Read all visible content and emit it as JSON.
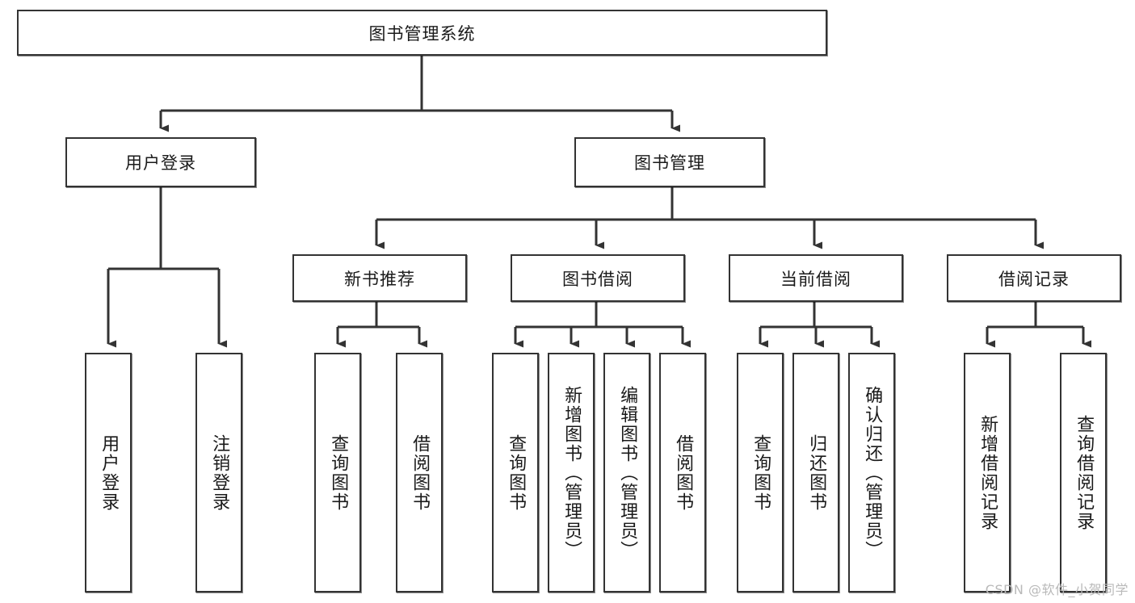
{
  "diagram": {
    "title": "图书管理系统",
    "type": "hierarchy-tree",
    "colors": {
      "box_border": "#333333",
      "box_fill": "#ffffff",
      "connector": "#333333",
      "text": "#1a1a1a",
      "watermark": "#b9b9b9"
    },
    "nodes": {
      "root": {
        "label": "图书管理系统",
        "level": 1
      },
      "user_login": {
        "label": "用户登录",
        "level": 2
      },
      "book_manage": {
        "label": "图书管理",
        "level": 2
      },
      "new_book_rec": {
        "label": "新书推荐",
        "level": 3
      },
      "book_borrow": {
        "label": "图书借阅",
        "level": 3
      },
      "current_borrow": {
        "label": "当前借阅",
        "level": 3
      },
      "borrow_record": {
        "label": "借阅记录",
        "level": 3
      },
      "leaf_user_login": {
        "label": "用户登录",
        "level": 4
      },
      "leaf_logout": {
        "label": "注销登录",
        "level": 4
      },
      "leaf_query_book_1": {
        "label": "查询图书",
        "level": 4
      },
      "leaf_borrow_book_1": {
        "label": "借阅图书",
        "level": 4
      },
      "leaf_query_book_2": {
        "label": "查询图书",
        "level": 4
      },
      "leaf_add_book": {
        "label": "新增图书（管理员）",
        "level": 4
      },
      "leaf_edit_book": {
        "label": "编辑图书（管理员）",
        "level": 4
      },
      "leaf_borrow_book_2": {
        "label": "借阅图书",
        "level": 4
      },
      "leaf_query_book_3": {
        "label": "查询图书",
        "level": 4
      },
      "leaf_return_book": {
        "label": "归还图书",
        "level": 4
      },
      "leaf_confirm_return": {
        "label": "确认归还（管理员）",
        "level": 4
      },
      "leaf_add_record": {
        "label": "新增借阅记录",
        "level": 4
      },
      "leaf_query_record": {
        "label": "查询借阅记录",
        "level": 4
      }
    },
    "edges": [
      {
        "from": "root",
        "to": "user_login"
      },
      {
        "from": "root",
        "to": "book_manage"
      },
      {
        "from": "user_login",
        "to": "leaf_user_login"
      },
      {
        "from": "user_login",
        "to": "leaf_logout"
      },
      {
        "from": "book_manage",
        "to": "new_book_rec"
      },
      {
        "from": "book_manage",
        "to": "book_borrow"
      },
      {
        "from": "book_manage",
        "to": "current_borrow"
      },
      {
        "from": "book_manage",
        "to": "borrow_record"
      },
      {
        "from": "new_book_rec",
        "to": "leaf_query_book_1"
      },
      {
        "from": "new_book_rec",
        "to": "leaf_borrow_book_1"
      },
      {
        "from": "book_borrow",
        "to": "leaf_query_book_2"
      },
      {
        "from": "book_borrow",
        "to": "leaf_add_book"
      },
      {
        "from": "book_borrow",
        "to": "leaf_edit_book"
      },
      {
        "from": "book_borrow",
        "to": "leaf_borrow_book_2"
      },
      {
        "from": "current_borrow",
        "to": "leaf_query_book_3"
      },
      {
        "from": "current_borrow",
        "to": "leaf_return_book"
      },
      {
        "from": "current_borrow",
        "to": "leaf_confirm_return"
      },
      {
        "from": "borrow_record",
        "to": "leaf_add_record"
      },
      {
        "from": "borrow_record",
        "to": "leaf_query_record"
      }
    ]
  },
  "watermark": {
    "text": "CSDN @软件_小贺同学"
  }
}
